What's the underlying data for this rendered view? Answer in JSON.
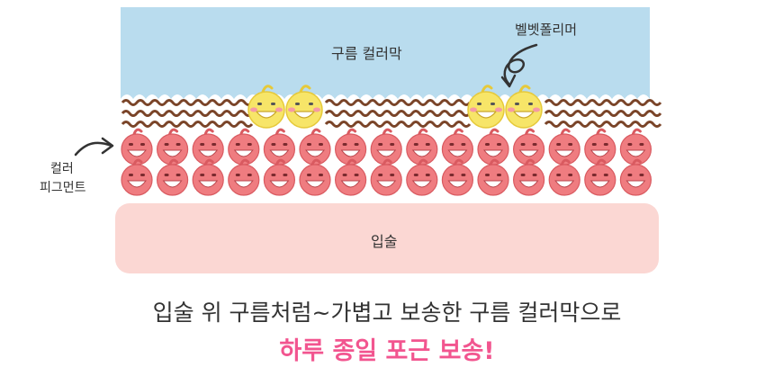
{
  "diagram": {
    "layers": {
      "cloud_film": "구름 컬러막",
      "velvet_polymer": "벨벳폴리머",
      "color_pigment_line1": "컬러",
      "color_pigment_line2": "피그먼트",
      "lips": "입술"
    },
    "colors": {
      "sky": "#b9dcee",
      "wave": "#7a4428",
      "pigment": "#ef7c80",
      "pigment_dark": "#d95a60",
      "polymer": "#f7e568",
      "lips_band": "#fbd7d3",
      "caption_accent": "#f2558f",
      "text": "#333333"
    },
    "counts": {
      "pigment_rows": 2,
      "pigment_per_row": 15,
      "polymer_balls": 4
    }
  },
  "caption": {
    "line1": "입술 위 구름처럼~가볍고 보송한 구름 컬러막으로",
    "line2": "하루 종일 포근 보송!"
  }
}
